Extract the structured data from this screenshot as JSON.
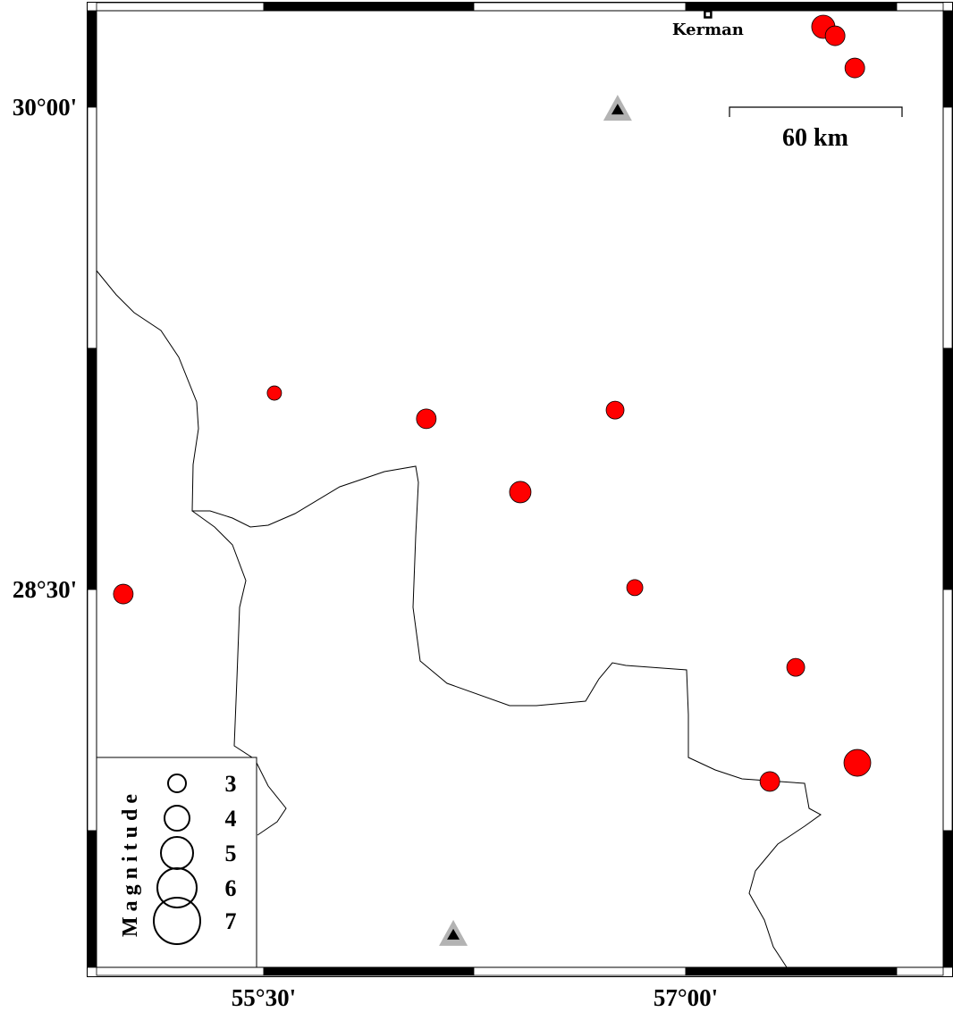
{
  "map": {
    "bounds": {
      "lon_min": 54.906,
      "lon_max": 57.915,
      "lat_min": 27.325,
      "lat_max": 30.3
    },
    "lat_labels": [
      {
        "text": "30°00'",
        "lat": 30.0
      },
      {
        "text": "28°30'",
        "lat": 28.5
      }
    ],
    "lon_labels": [
      {
        "text": "55°30'",
        "lon": 55.5
      },
      {
        "text": "57°00'",
        "lon": 57.0
      }
    ],
    "city": {
      "name": "Kerman",
      "lon": 57.079,
      "lat": 30.289
    },
    "scale_bar": {
      "label": "60 km"
    },
    "stations": [
      {
        "lon": 56.758,
        "lat": 29.994
      },
      {
        "lon": 56.174,
        "lat": 27.428
      }
    ],
    "events": [
      {
        "lon": 57.489,
        "lat": 30.25,
        "mag": 3.75
      },
      {
        "lon": 57.531,
        "lat": 30.222,
        "mag": 3.25
      },
      {
        "lon": 57.601,
        "lat": 30.122,
        "mag": 3.25
      },
      {
        "lon": 55.538,
        "lat": 29.111,
        "mag": 2.5
      },
      {
        "lon": 56.078,
        "lat": 29.031,
        "mag": 3.25
      },
      {
        "lon": 56.749,
        "lat": 29.058,
        "mag": 3.0
      },
      {
        "lon": 56.412,
        "lat": 28.803,
        "mag": 3.5
      },
      {
        "lon": 56.819,
        "lat": 28.506,
        "mag": 2.75
      },
      {
        "lon": 55.001,
        "lat": 28.486,
        "mag": 3.25
      },
      {
        "lon": 57.391,
        "lat": 28.258,
        "mag": 3.0
      },
      {
        "lon": 57.61,
        "lat": 27.961,
        "mag": 4.25
      },
      {
        "lon": 57.299,
        "lat": 27.903,
        "mag": 3.25
      }
    ],
    "colors": {
      "event": "#ff0000",
      "station_outer": "#b3b3b3",
      "station_inner": "#000000"
    }
  },
  "legend": {
    "title": "Magnitude",
    "items": [
      {
        "label": "3",
        "mag": 3
      },
      {
        "label": "4",
        "mag": 4
      },
      {
        "label": "5",
        "mag": 5
      },
      {
        "label": "6",
        "mag": 6
      },
      {
        "label": "7",
        "mag": 7
      }
    ]
  }
}
